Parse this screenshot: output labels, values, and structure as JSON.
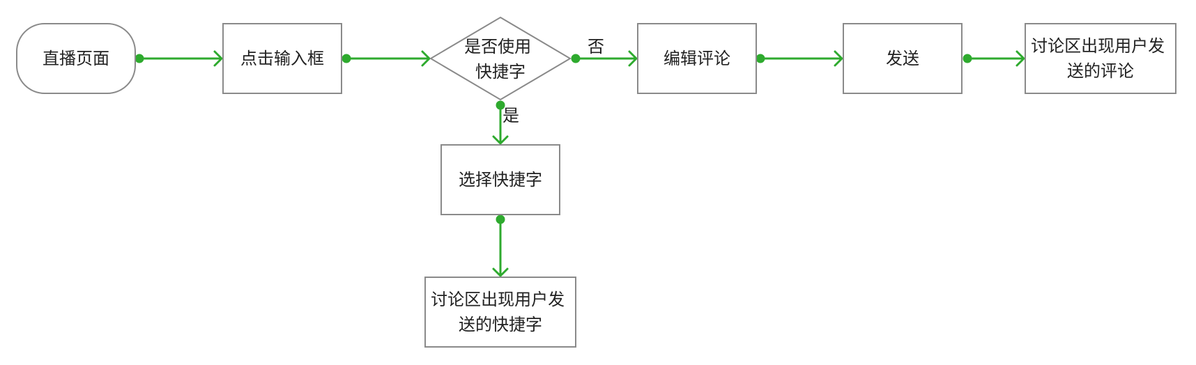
{
  "colors": {
    "connector": "#2eaa2e",
    "node_border": "#8a8a8a",
    "text": "#222222"
  },
  "nodes": {
    "start": {
      "shape": "rounded-rect",
      "lines": [
        "直播页面"
      ]
    },
    "click_input": {
      "shape": "rect",
      "lines": [
        "点击输入框"
      ]
    },
    "decision": {
      "shape": "diamond",
      "lines": [
        "是否使用",
        "快捷字"
      ]
    },
    "edit_comment": {
      "shape": "rect",
      "lines": [
        "编辑评论"
      ]
    },
    "send": {
      "shape": "rect",
      "lines": [
        "发送"
      ]
    },
    "result_comment": {
      "shape": "rect",
      "lines": [
        "讨论区出现用户发",
        "送的评论"
      ]
    },
    "select_shortcut": {
      "shape": "rect",
      "lines": [
        "选择快捷字"
      ]
    },
    "result_shortcut": {
      "shape": "rect",
      "lines": [
        "讨论区出现用户发",
        "送的快捷字"
      ]
    }
  },
  "edges": [
    {
      "from": "start",
      "to": "click_input",
      "label": ""
    },
    {
      "from": "click_input",
      "to": "decision",
      "label": ""
    },
    {
      "from": "decision",
      "to": "edit_comment",
      "label": "否"
    },
    {
      "from": "edit_comment",
      "to": "send",
      "label": ""
    },
    {
      "from": "send",
      "to": "result_comment",
      "label": ""
    },
    {
      "from": "decision",
      "to": "select_shortcut",
      "label": "是"
    },
    {
      "from": "select_shortcut",
      "to": "result_shortcut",
      "label": ""
    }
  ]
}
